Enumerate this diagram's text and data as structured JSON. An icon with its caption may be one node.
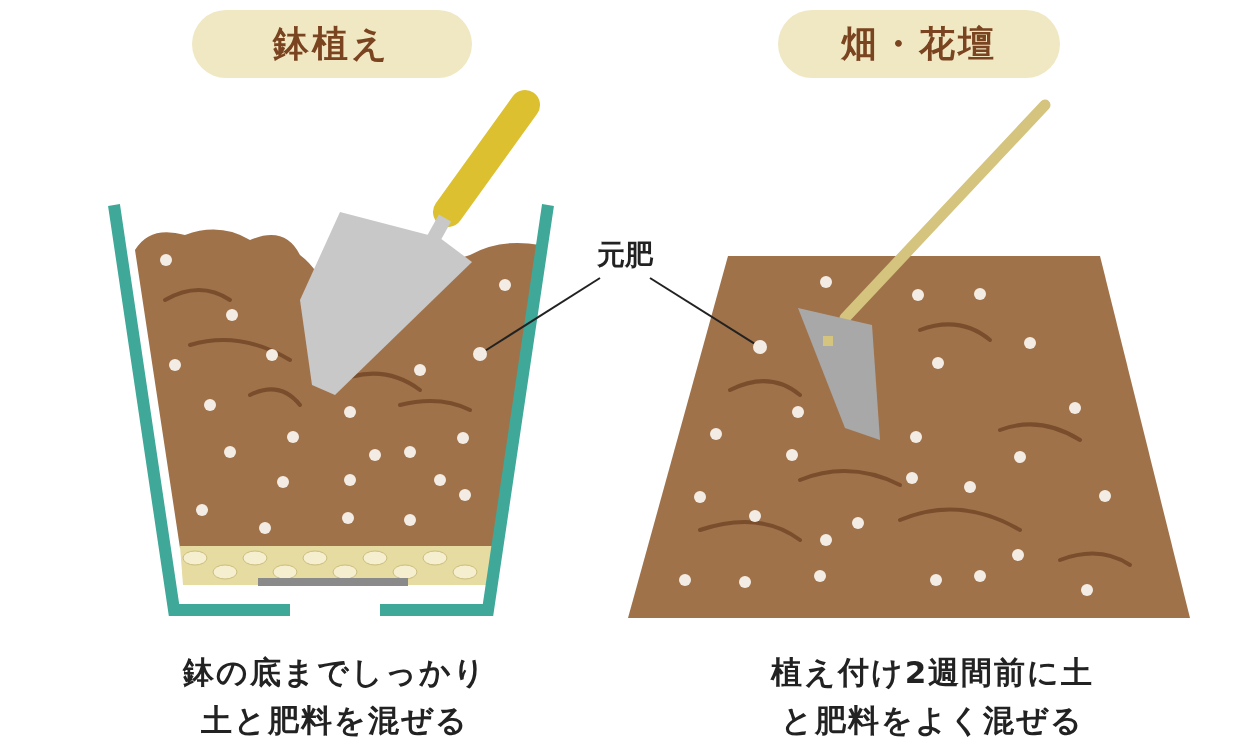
{
  "diagram": {
    "nodes": [
      {
        "text": [
          "鉢植え"
        ]
      },
      {
        "text": [
          "畑・花壇"
        ]
      },
      {
        "text": [
          "元肥"
        ]
      },
      {
        "text": [],
        "shape": "circle"
      },
      {
        "text": [],
        "shape": "circle"
      }
    ],
    "edges": [
      {
        "from": 2,
        "to": 3,
        "arrow": "none"
      },
      {
        "from": 2,
        "to": 4,
        "arrow": "none"
      }
    ],
    "labels": [
      "鉢の底までしっかり土と肥料を混ぜる",
      "植え付け2週間前に土と肥料をよく混ぜる"
    ]
  }
}
